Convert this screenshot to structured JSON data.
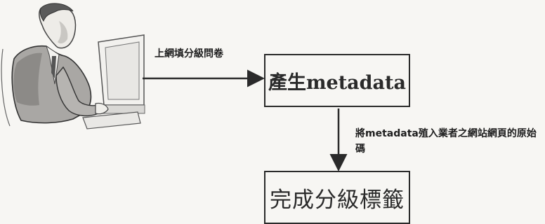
{
  "flow": {
    "step_upload_label": "上網填分級問卷",
    "box_generate_label": "產生metadata",
    "step_embed_label": "將metadata殖入業者之網站網頁的原始碼",
    "box_complete_label": "完成分級標籤"
  },
  "illustration": {
    "icon": "person-at-computer-icon"
  },
  "colors": {
    "ink": "#2a2a2a",
    "paper": "#f7f6f3",
    "shade": "#9a9a9a"
  }
}
